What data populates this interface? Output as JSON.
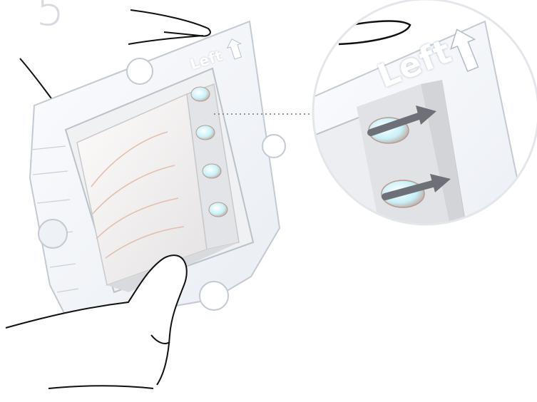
{
  "step": {
    "number": "5"
  },
  "frame": {
    "orientation_label": "Left"
  },
  "zoom": {
    "orientation_label": "Left"
  },
  "colors": {
    "frame": "#f3f5f8",
    "outline": "#c5ccd5",
    "cartridge": "#e7e9ec",
    "pad": "#f6f1ee",
    "hand_line": "#111111",
    "arrow": "#6d7077"
  },
  "icons": {
    "up_arrow": "up-arrow-icon",
    "direction_arrow": "right-arrow-icon"
  }
}
